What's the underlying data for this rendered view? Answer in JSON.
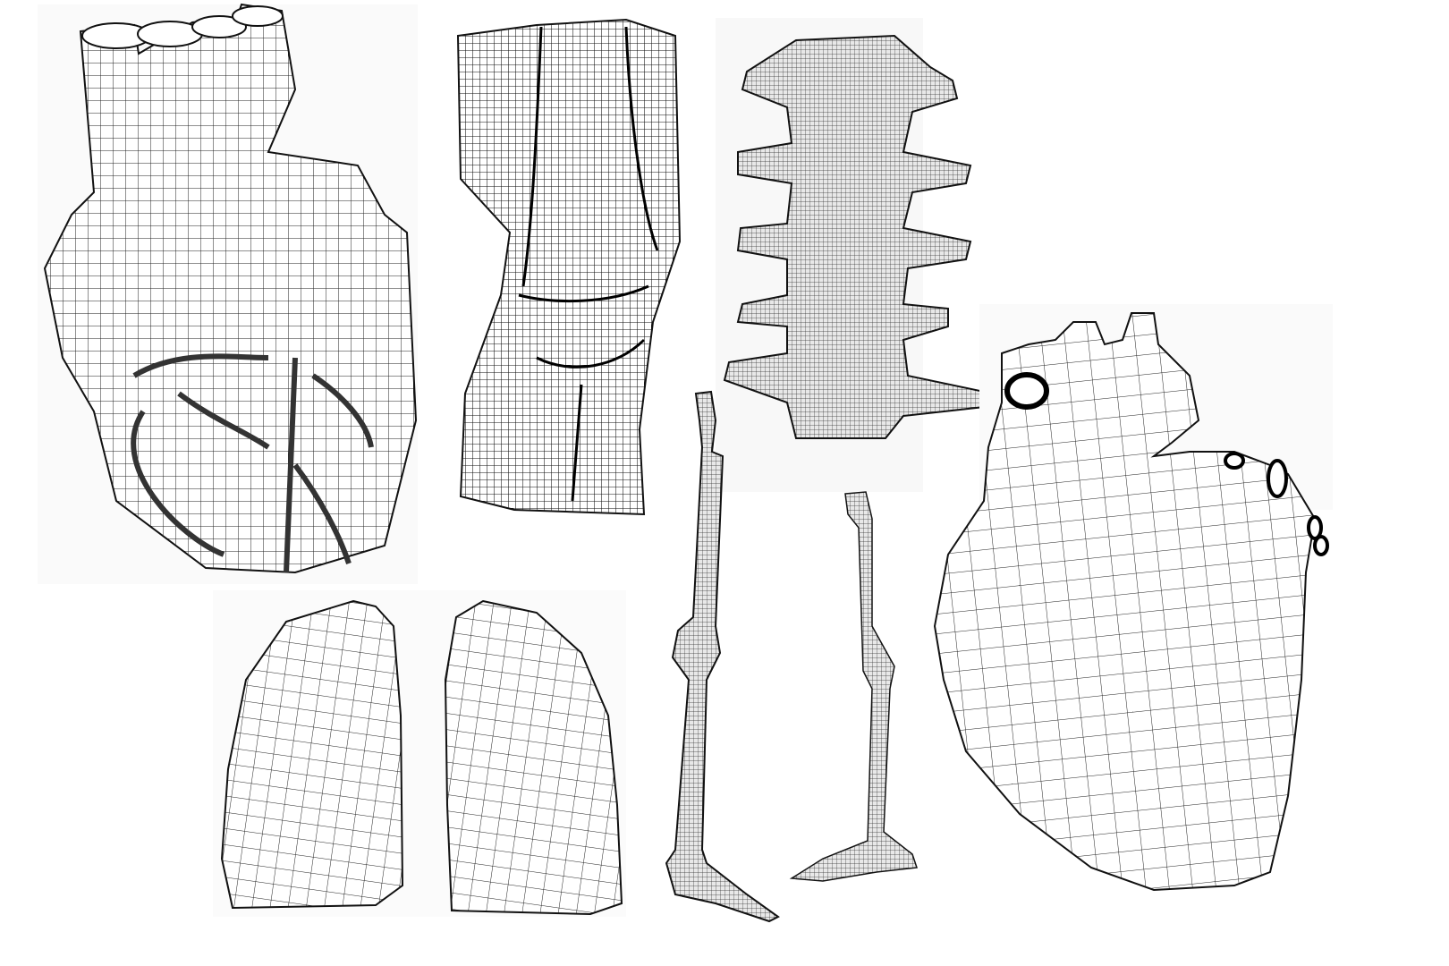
{
  "colors": {
    "background": "#ffffff",
    "wire": "#111111",
    "panel": "#fafafa"
  },
  "figures": [
    {
      "id": "heart-coronary",
      "kind": "wireframe-mesh"
    },
    {
      "id": "knee-joint",
      "kind": "wireframe-mesh"
    },
    {
      "id": "lumbar-spine",
      "kind": "wireframe-mesh"
    },
    {
      "id": "left-lung",
      "kind": "wireframe-mesh"
    },
    {
      "id": "right-lung",
      "kind": "wireframe-mesh"
    },
    {
      "id": "leg-skeleton-front",
      "kind": "wireframe-mesh"
    },
    {
      "id": "leg-skeleton-side",
      "kind": "wireframe-mesh"
    },
    {
      "id": "heart-anterior",
      "kind": "wireframe-mesh"
    }
  ]
}
